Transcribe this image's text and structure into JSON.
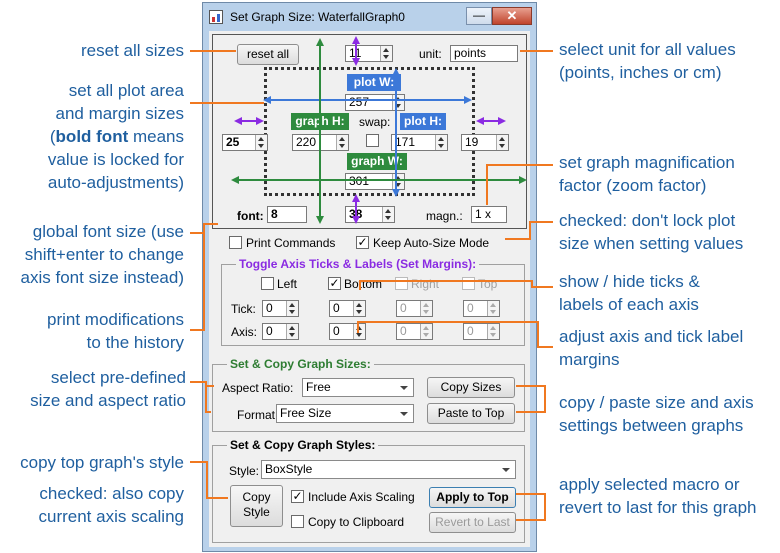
{
  "window": {
    "title": "Set Graph Size: WaterfallGraph0",
    "minimize_glyph": "—",
    "close_glyph": "✕"
  },
  "size_panel": {
    "reset_label": "reset all",
    "top_margin": "11",
    "unit_label": "unit:",
    "unit_value": "points",
    "plot_w_label": "plot W:",
    "plot_w": "257",
    "graph_h_label": "graph H:",
    "swap_label": "swap:",
    "plot_h_label": "plot H:",
    "left_margin": "25",
    "graph_h": "220",
    "plot_h": "171",
    "right_margin": "19",
    "graph_w_label": "graph W:",
    "graph_w": "301",
    "font_label": "font:",
    "font_value": "8",
    "bottom_margin": "38",
    "magn_label": "magn.:",
    "magn_value": "1 x"
  },
  "options": {
    "print_commands": "Print Commands",
    "keep_autosize": "Keep Auto-Size Mode",
    "keep_autosize_checked": "✓"
  },
  "ticks": {
    "title": "Toggle Axis Ticks & Labels (Set Margins):",
    "left": "Left",
    "bottom": "Bottom",
    "bottom_checked": "✓",
    "right": "Right",
    "top": "Top",
    "tick_label": "Tick:",
    "axis_label": "Axis:",
    "tick_values": [
      "0",
      "0",
      "0",
      "0"
    ],
    "axis_values": [
      "0",
      "0",
      "0",
      "0"
    ]
  },
  "sizes": {
    "title": "Set & Copy Graph Sizes:",
    "aspect_label": "Aspect Ratio:",
    "aspect_value": "Free",
    "format_label": "Format:",
    "format_value": "Free Size",
    "copy_sizes": "Copy Sizes",
    "paste_to_top": "Paste to Top"
  },
  "styles": {
    "title": "Set & Copy Graph Styles:",
    "style_label": "Style:",
    "style_value": "BoxStyle",
    "copy_style_line1": "Copy",
    "copy_style_line2": "Style",
    "include_axis_scaling": "Include Axis Scaling",
    "include_checked": "✓",
    "apply_to_top": "Apply to Top",
    "copy_to_clipboard": "Copy to Clipboard",
    "revert_to_last": "Revert to Last"
  },
  "annotations": {
    "reset": "reset all sizes",
    "set_sizes_1": "set all plot area",
    "set_sizes_2": "and margin sizes",
    "set_sizes_3_bold": "bold font",
    "set_sizes_3_pre": "(",
    "set_sizes_3_post": " means",
    "set_sizes_4": "value is locked for",
    "set_sizes_5": "auto-adjustments)",
    "font_1": "global font size (use",
    "font_2": "shift+enter to change",
    "font_3": "axis font size instead)",
    "print_1": "print modifications",
    "print_2": "to the history",
    "predefined_1": "select pre-defined",
    "predefined_2": "size and aspect ratio",
    "copytop": "copy top graph's style",
    "alsocopy_1": "checked: also copy",
    "alsocopy_2": "current axis scaling",
    "unit_1": "select unit for all values",
    "unit_2": "(points, inches or cm)",
    "magn_1": "set graph magnification",
    "magn_2": "factor (zoom factor)",
    "keep_1": "checked: don't lock plot",
    "keep_2": "size when setting values",
    "show_1": "show / hide ticks &",
    "show_2": "labels of each axis",
    "adjust_1": "adjust axis and tick label",
    "adjust_2": "margins",
    "copypaste_1": "copy / paste size and axis",
    "copypaste_2": "settings between graphs",
    "apply_1": "apply selected macro or",
    "apply_2": "revert to last for this graph"
  },
  "colors": {
    "annotation_text": "#1f5f9f",
    "callout_line": "#f07820",
    "blue_arrow": "#3c78d8",
    "green_arrow": "#2e8b3e",
    "purple_arrow": "#8a2be2"
  }
}
